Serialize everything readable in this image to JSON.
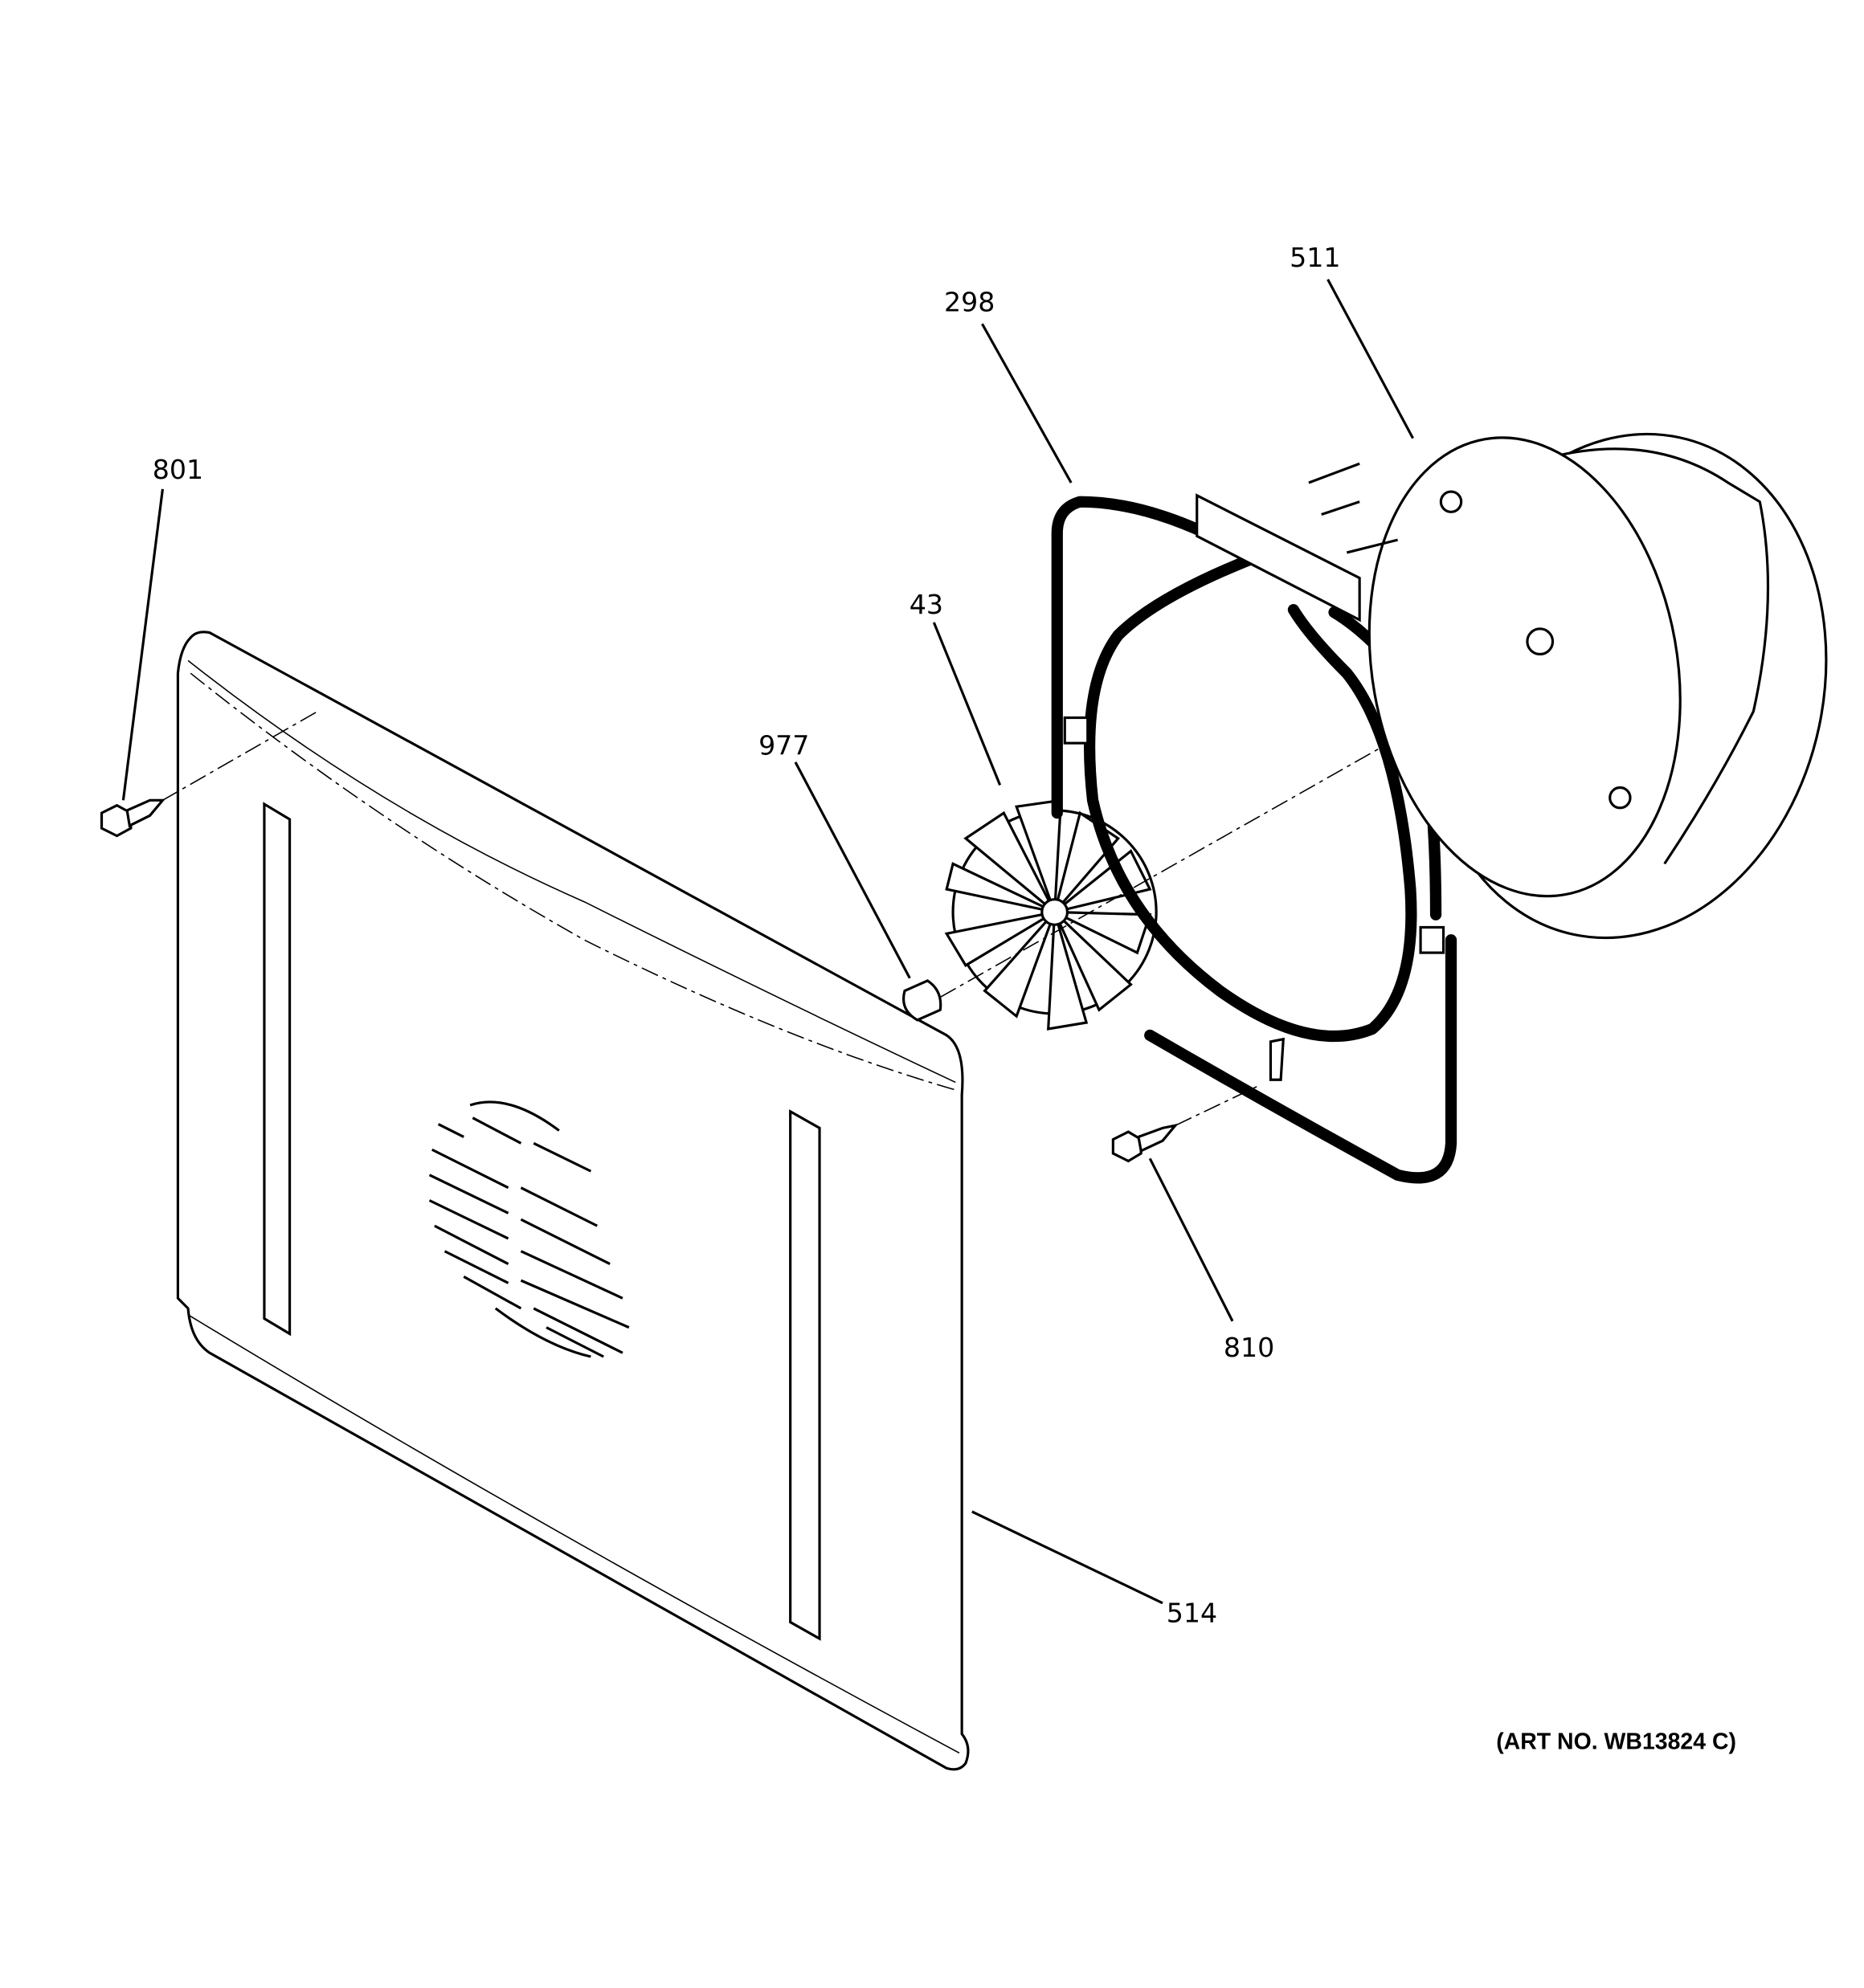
{
  "diagram": {
    "callouts": [
      {
        "id": "801",
        "label": "801"
      },
      {
        "id": "298",
        "label": "298"
      },
      {
        "id": "511",
        "label": "511"
      },
      {
        "id": "43",
        "label": "43"
      },
      {
        "id": "977",
        "label": "977"
      },
      {
        "id": "810",
        "label": "810"
      },
      {
        "id": "514",
        "label": "514"
      }
    ],
    "art_number": "(ART NO. WB13824 C)"
  }
}
